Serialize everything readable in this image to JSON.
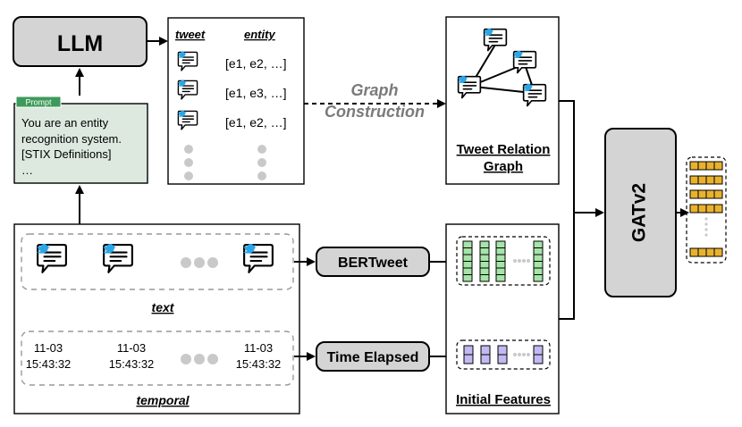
{
  "llm": {
    "label": "LLM"
  },
  "prompt": {
    "tag": "Prompt",
    "lines": [
      "You are an entity",
      "recognition system.",
      "[STIX Definitions]",
      "…"
    ]
  },
  "table": {
    "headers": [
      "tweet",
      "entity"
    ],
    "rows": [
      {
        "tweet_icon": "tweet-icon",
        "entities": "[e1, e2, …]"
      },
      {
        "tweet_icon": "tweet-icon",
        "entities": "[e1, e3, …]"
      },
      {
        "tweet_icon": "tweet-icon",
        "entities": "[e1, e2, …]"
      }
    ]
  },
  "graph_construction": {
    "line1": "Graph",
    "line2": "Construction"
  },
  "relation_graph": {
    "title_line1": "Tweet Relation",
    "title_line2": "Graph"
  },
  "text_section": {
    "label": "text"
  },
  "temporal_section": {
    "label": "temporal",
    "stamps": [
      {
        "date": "11-03",
        "time": "15:43:32"
      },
      {
        "date": "11-03",
        "time": "15:43:32"
      },
      {
        "date": "11-03",
        "time": "15:43:32"
      }
    ]
  },
  "bertweet": {
    "label": "BERTweet"
  },
  "time_elapsed": {
    "label": "Time Elapsed"
  },
  "initial_features": {
    "label": "Initial Features"
  },
  "gatv2": {
    "label": "GATv2"
  },
  "colors": {
    "llm_fill": "#d4d4d4",
    "prompt_fill": "#dde9df",
    "prompt_tag": "#3e9a5a",
    "green_cell": "#a6e4a8",
    "purple_cell": "#c4b8f2",
    "gold_cell": "#e9b22d",
    "bird": "#2aa6e6"
  }
}
